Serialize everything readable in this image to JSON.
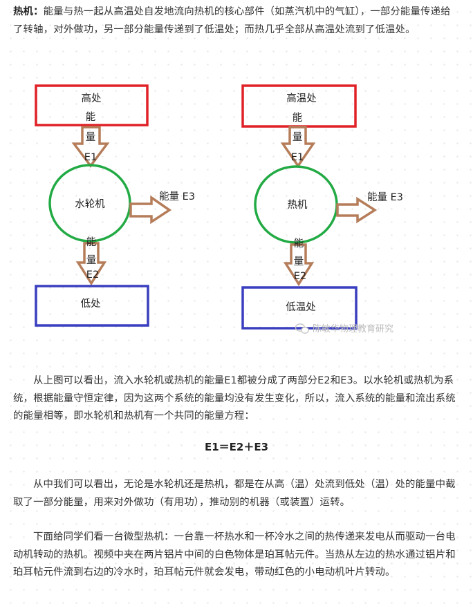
{
  "intro": {
    "term": "热机",
    "colon": "：",
    "text": "能量与热一起从高温处自发地流向热机的核心部件（如蒸汽机中的气缸），一部分能量传递给了转轴，对外做功，另一部分能量传递到了低温处；而热几乎全部从高温处流到了低温处。"
  },
  "diagram": {
    "left": {
      "top_box": "高处",
      "energy_in": [
        "能",
        "量",
        "E1"
      ],
      "machine": "水轮机",
      "energy_out": "能量 E3",
      "energy_down": [
        "能",
        "量",
        "E2"
      ],
      "bottom_box": "低处"
    },
    "right": {
      "top_box": "高温处",
      "energy_in": [
        "能",
        "量",
        "E1"
      ],
      "machine": "热机",
      "energy_out": "能量 E3",
      "energy_down": [
        "能",
        "量",
        "E2"
      ],
      "bottom_box": "低温处"
    },
    "watermark": "陈敏华物理教育研究",
    "colors": {
      "top_box": "#e02127",
      "bottom_box": "#3a3fbf",
      "circle": "#22aa44",
      "arrow": "#b57d5a"
    }
  },
  "para2": "从上图可以看出，流入水轮机或热机的能量E1都被分成了两部分E2和E3。以水轮机或热机为系统，根据能量守恒定律，因为这两个系统的能量均没有发生变化，所以，流入系统的能量和流出系统的能量相等，即水轮机和热机有一个共同的能量方程：",
  "formula": "E1＝E2＋E3",
  "para3": "从中我们可以看出，无论是水轮机还是热机，都是在从高（温）处流到低处（温）处的能量中截取了一部分能量，用来对外做功（有用功），推动别的机器（或装置）运转。",
  "para4": "下面给同学们看一台微型热机：一台靠一杯热水和一杯冷水之间的热传递来发电从而驱动一台电动机转动的热机。视频中夹在两片铝片中间的白色物体是珀耳帖元件。当热从左边的热水通过铝片和珀耳帖元件流到右边的冷水时，珀耳帖元件就会发电，带动红色的小电动机叶片转动。"
}
